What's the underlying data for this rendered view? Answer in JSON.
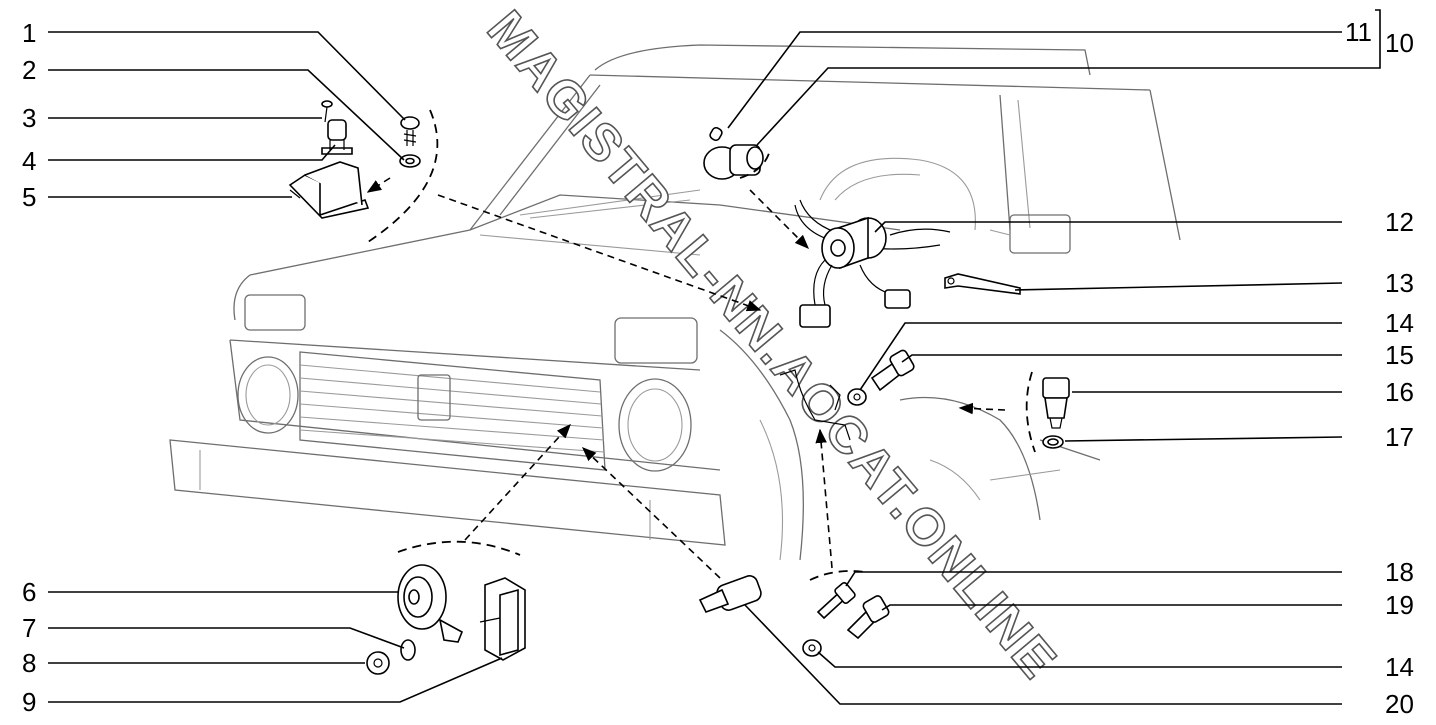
{
  "watermark": "MAGISTRAL-NN.AOCAT.ONLINE",
  "callouts": {
    "c1": "1",
    "c2": "2",
    "c3": "3",
    "c4": "4",
    "c5": "5",
    "c6": "6",
    "c7": "7",
    "c8": "8",
    "c9": "9",
    "c10": "10",
    "c11": "11",
    "c12": "12",
    "c13": "13",
    "c14a": "14",
    "c15": "15",
    "c16": "16",
    "c17": "17",
    "c18": "18",
    "c19": "19",
    "c14b": "14",
    "c20": "20"
  }
}
